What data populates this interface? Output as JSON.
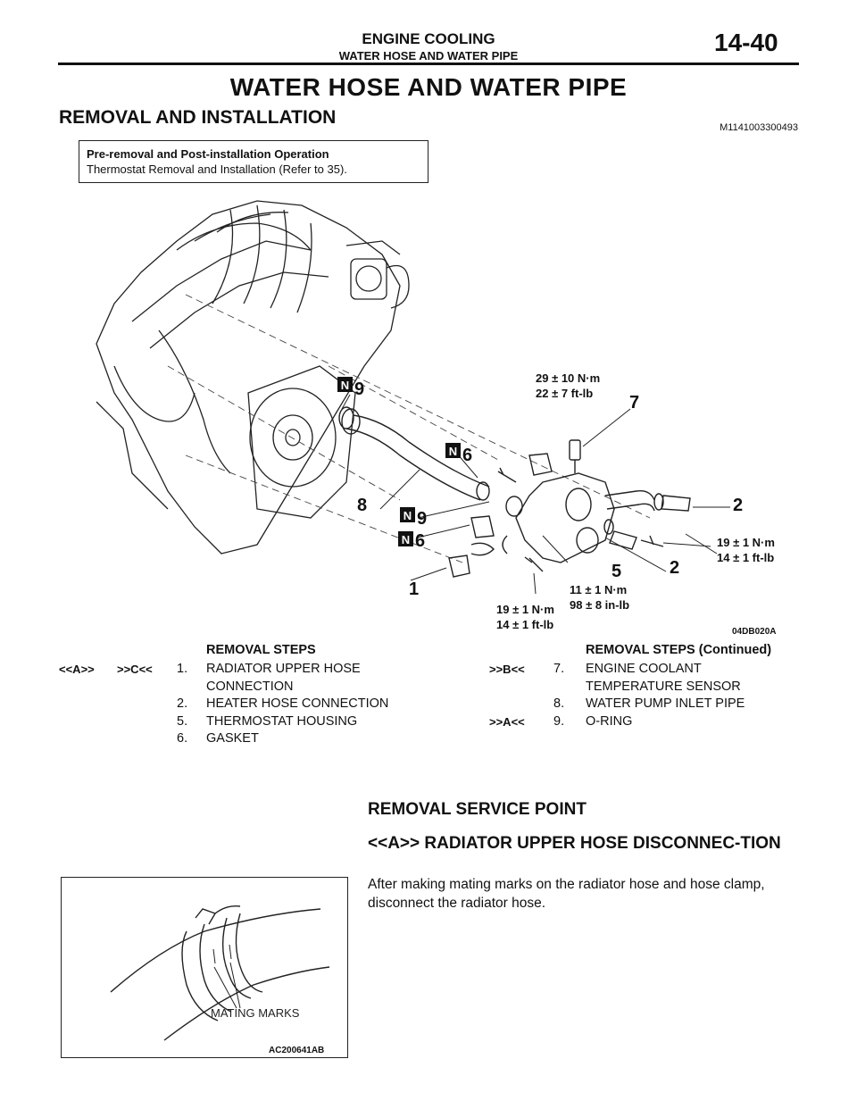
{
  "header": {
    "section": "ENGINE COOLING",
    "subsection": "WATER HOSE AND WATER PIPE",
    "page_number": "14-40"
  },
  "title": "WATER HOSE AND WATER PIPE",
  "section_title": "REMOVAL AND INSTALLATION",
  "doc_id": "M1141003300493",
  "pre_op_box": {
    "heading": "Pre-removal and Post-installation Operation",
    "text": "Thermostat Removal and Installation (Refer to 35)."
  },
  "figure1": {
    "code": "04DB020A",
    "callouts": [
      "1",
      "2",
      "2",
      "5",
      "6",
      "6",
      "7",
      "8",
      "9",
      "9"
    ],
    "new_part_mark": "N",
    "torques": {
      "t1a": "29 ± 10 N·m",
      "t1b": "22 ± 7 ft-lb",
      "t2a": "19 ± 1 N·m",
      "t2b": "14 ± 1 ft-lb",
      "t3a": "11 ± 1 N·m",
      "t3b": "98 ± 8 in-lb",
      "t4a": "19 ± 1 N·m",
      "t4b": "14 ± 1 ft-lb"
    }
  },
  "removal_steps_left": {
    "heading": "REMOVAL STEPS",
    "steps": [
      {
        "marks": [
          "<<A>>",
          ">>C<<"
        ],
        "num": "1.",
        "text": "RADIATOR UPPER HOSE",
        "text2": "CONNECTION"
      },
      {
        "marks": [],
        "num": "2.",
        "text": "HEATER HOSE CONNECTION"
      },
      {
        "marks": [],
        "num": "5.",
        "text": "THERMOSTAT HOUSING"
      },
      {
        "marks": [],
        "num": "6.",
        "text": "GASKET"
      }
    ]
  },
  "removal_steps_right": {
    "heading": "REMOVAL STEPS (Continued)",
    "steps": [
      {
        "marks": [
          ">>B<<"
        ],
        "num": "7.",
        "text": "ENGINE COOLANT",
        "text2": "TEMPERATURE SENSOR"
      },
      {
        "marks": [],
        "num": "8.",
        "text": "WATER PUMP INLET PIPE"
      },
      {
        "marks": [
          ">>A<<"
        ],
        "num": "9.",
        "text": "O-RING"
      }
    ]
  },
  "service_point": {
    "heading": "REMOVAL SERVICE POINT",
    "subheading": "<<A>> RADIATOR UPPER HOSE DISCONNEC-TION",
    "body": "After making mating marks on the radiator hose and hose clamp, disconnect the radiator hose."
  },
  "figure2": {
    "label": "MATING MARKS",
    "code": "AC200641AB"
  }
}
